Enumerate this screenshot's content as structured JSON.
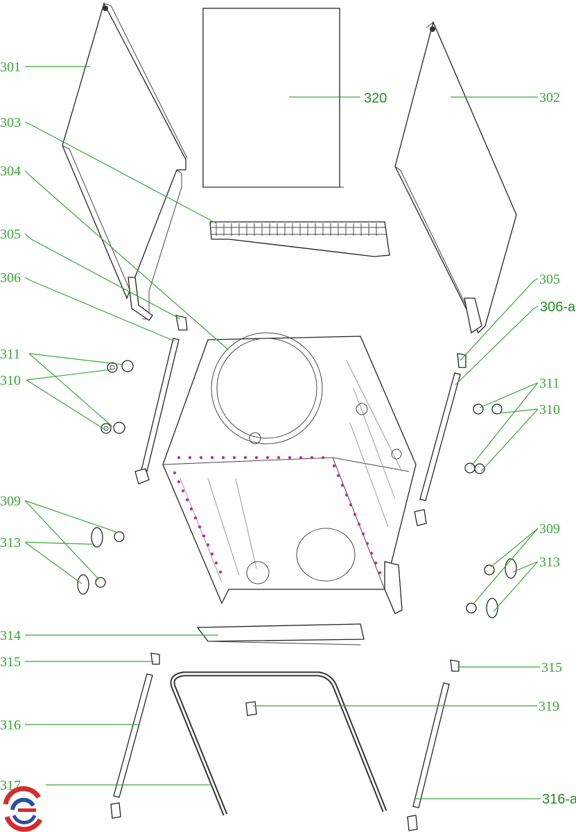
{
  "diagram": {
    "labels": [
      {
        "id": "l301",
        "text": "301"
      },
      {
        "id": "l320",
        "text": "320"
      },
      {
        "id": "l302",
        "text": "302"
      },
      {
        "id": "l303",
        "text": "303"
      },
      {
        "id": "l304",
        "text": "304"
      },
      {
        "id": "l305a",
        "text": "305"
      },
      {
        "id": "l306",
        "text": "306"
      },
      {
        "id": "l305b",
        "text": "305"
      },
      {
        "id": "l306a",
        "text": "306-a"
      },
      {
        "id": "l311a",
        "text": "311"
      },
      {
        "id": "l310a",
        "text": "310"
      },
      {
        "id": "l311b",
        "text": "311"
      },
      {
        "id": "l310b",
        "text": "310"
      },
      {
        "id": "l309a",
        "text": "309"
      },
      {
        "id": "l313a",
        "text": "313"
      },
      {
        "id": "l309b",
        "text": "309"
      },
      {
        "id": "l313b",
        "text": "313"
      },
      {
        "id": "l314",
        "text": "314"
      },
      {
        "id": "l315a",
        "text": "315"
      },
      {
        "id": "l315b",
        "text": "315"
      },
      {
        "id": "l316",
        "text": "316"
      },
      {
        "id": "l319",
        "text": "319"
      },
      {
        "id": "l317",
        "text": "317"
      },
      {
        "id": "l316a",
        "text": "316-a"
      }
    ]
  },
  "colors": {
    "label": "#3aa53a",
    "logo_red": "#d62b2b",
    "logo_blue": "#2a4fa0"
  },
  "icons": {
    "logo": "brand-swirl-logo"
  }
}
